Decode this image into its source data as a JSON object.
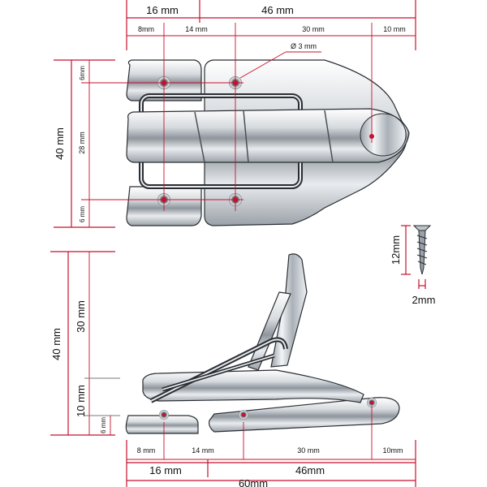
{
  "colors": {
    "dimension": "#c8102e",
    "guide": "#7a7a7a",
    "metal_light": "#f2f4f6",
    "metal_mid": "#b9bfc6",
    "metal_dark": "#3a3f45",
    "hole": "#c8102e"
  },
  "top_view": {
    "dim_16": "16 mm",
    "dim_46": "46 mm",
    "dim_8": "8mm",
    "dim_14": "14 mm",
    "dim_30": "30 mm",
    "dim_10": "10 mm",
    "hole_dia": "Ø 3 mm",
    "height_40": "40 mm",
    "v_6_top": "6mm",
    "v_28": "28 mm",
    "v_6_bottom": "6 mm"
  },
  "side_view": {
    "height_40": "40 mm",
    "v_30": "30 mm",
    "v_10": "10 mm",
    "v_6": "6 mm",
    "dim_8": "8 mm",
    "dim_14": "14 mm",
    "dim_30": "30 mm",
    "dim_10": "10mm",
    "dim_16": "16 mm",
    "dim_46": "46mm",
    "dim_60": "60mm"
  },
  "screw": {
    "length": "12mm",
    "diameter": "2mm"
  }
}
